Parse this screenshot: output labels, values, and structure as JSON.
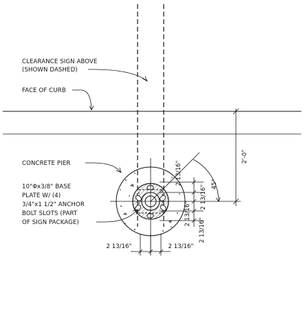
{
  "notes": {
    "clearance_line1": "CLEARANCE SIGN ABOVE",
    "clearance_line2": "(SHOWN DASHED)",
    "curb": "FACE OF CURB",
    "pier": "CONCRETE PIER",
    "plate_line1": "10\"Φx3/8\" BASE",
    "plate_line2": "PLATE W/ (4)",
    "plate_line3": "3/4\"x1 1/2\" ANCHOR",
    "plate_line4": "BOLT SLOTS (PART",
    "plate_line5": "OF SIGN PACKAGE)"
  },
  "dimensions": {
    "curb_offset": "2'-0\"",
    "angle": "45°",
    "upper_right": "2 13/16\"",
    "right_upper": "2 13/16\"",
    "right_lower": "2 13/16\"",
    "right_lower_2": "2 13/16\"",
    "bottom_left": "2 13/16\"",
    "bottom_right": "2 13/16\""
  }
}
